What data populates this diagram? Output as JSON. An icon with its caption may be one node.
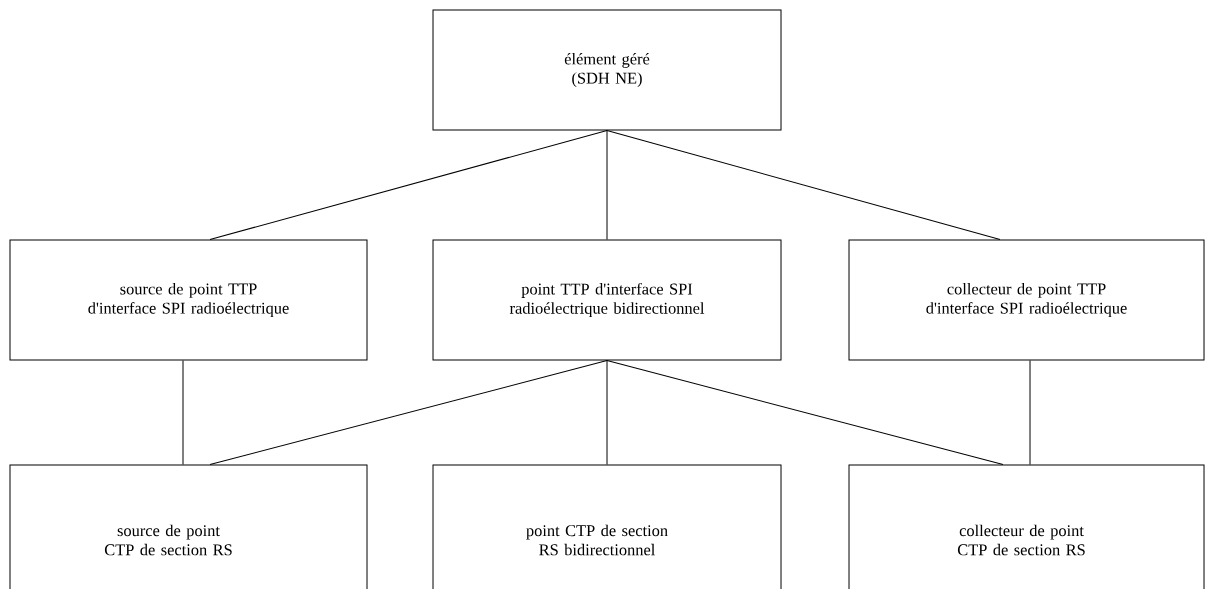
{
  "diagram": {
    "nodes": [
      {
        "text": [
          "élément géré (SDH NE)"
        ]
      },
      {
        "text": [
          "source de point TTP d'interface SPI radioélectrique"
        ]
      },
      {
        "text": [
          "point TTP d'interface SPI radioélectrique bidirectionnel"
        ]
      },
      {
        "text": [
          "collecteur de point TTP d'interface SPI radioélectrique"
        ]
      },
      {
        "text": [
          "source de point CTP de section RS"
        ]
      },
      {
        "text": [
          "point CTP de section RS bidirectionnel"
        ]
      },
      {
        "text": [
          "collecteur de point CTP de section RS"
        ]
      }
    ],
    "edges": [
      {
        "from": 0,
        "to": 1,
        "arrow": "none"
      },
      {
        "from": 0,
        "to": 2,
        "arrow": "none"
      },
      {
        "from": 0,
        "to": 3,
        "arrow": "none"
      },
      {
        "from": 1,
        "to": 4,
        "arrow": "none"
      },
      {
        "from": 2,
        "to": 4,
        "arrow": "none"
      },
      {
        "from": 2,
        "to": 5,
        "arrow": "none"
      },
      {
        "from": 2,
        "to": 6,
        "arrow": "none"
      },
      {
        "from": 3,
        "to": 6,
        "arrow": "none"
      }
    ]
  }
}
